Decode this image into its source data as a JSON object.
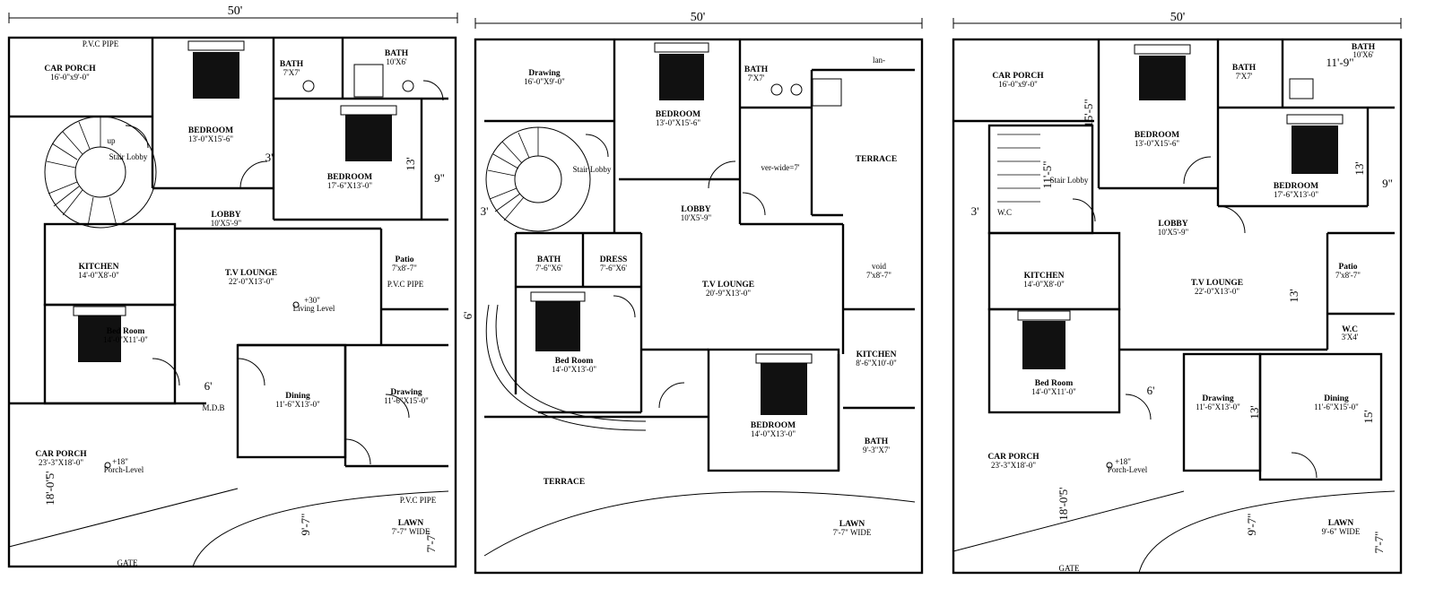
{
  "plans": [
    {
      "width_label": "50'",
      "rooms": [
        {
          "name": "CAR PORCH",
          "size": "16'-0\"x9'-0\""
        },
        {
          "name": "BEDROOM",
          "size": "13'-0\"X15'-6\""
        },
        {
          "name": "BATH",
          "size": "7'X7'"
        },
        {
          "name": "BATH",
          "size": "10'X6'"
        },
        {
          "name": "BEDROOM",
          "size": "17'-6\"X13'-0\""
        },
        {
          "name": "Stair Lobby",
          "size": ""
        },
        {
          "name": "LOBBY",
          "size": "10'X5'-9\""
        },
        {
          "name": "KITCHEN",
          "size": "14'-0\"X8'-0\""
        },
        {
          "name": "T.V LOUNGE",
          "size": "22'-0\"X13'-0\""
        },
        {
          "name": "Patio",
          "size": "7'x8'-7\""
        },
        {
          "name": "Bed Room",
          "size": "14'-0\"X11'-0\""
        },
        {
          "name": "Dining",
          "size": "11'-6\"X13'-0\""
        },
        {
          "name": "Drawing",
          "size": "11'-6\"X15'-0\""
        },
        {
          "name": "CAR PORCH",
          "size": "23'-3\"X18'-0\""
        },
        {
          "name": "LAWN",
          "size": "7'-7\" WIDE"
        }
      ],
      "notes": [
        "P.V.C PIPE",
        "P.V.C PIPE",
        "P.V.C PIPE",
        "M.D.B",
        "GATE",
        "+30\"",
        "Living Level",
        "+18\"",
        "Porch-Level",
        "up"
      ],
      "dims": [
        "3'",
        "13'",
        "9\"",
        "6'",
        "18'-0\"",
        "5'",
        "9'-7\"",
        "7'-7\""
      ]
    },
    {
      "width_label": "50'",
      "rooms": [
        {
          "name": "Drawing",
          "size": "16'-0\"X9'-0\""
        },
        {
          "name": "BEDROOM",
          "size": "13'-0\"X15'-6\""
        },
        {
          "name": "BATH",
          "size": "7'X7'"
        },
        {
          "name": "lan-",
          "size": ""
        },
        {
          "name": "Stair Lobby",
          "size": ""
        },
        {
          "name": "TERRACE",
          "size": ""
        },
        {
          "name": "ver-wide=7'",
          "size": ""
        },
        {
          "name": "LOBBY",
          "size": "10'X5'-9\""
        },
        {
          "name": "BATH",
          "size": "7'-6\"X6'"
        },
        {
          "name": "DRESS",
          "size": "7'-6\"X6'"
        },
        {
          "name": "T.V LOUNGE",
          "size": "20'-9\"X13'-0\""
        },
        {
          "name": "void",
          "size": "7'x8'-7\""
        },
        {
          "name": "Bed Room",
          "size": "14'-0\"X13'-0\""
        },
        {
          "name": "KITCHEN",
          "size": "8'-6\"X10'-0\""
        },
        {
          "name": "BEDROOM",
          "size": "14'-0\"X13'-0\""
        },
        {
          "name": "BATH",
          "size": "9'-3\"X7'"
        },
        {
          "name": "TERRACE",
          "size": ""
        },
        {
          "name": "LAWN",
          "size": "7'-7\" WIDE"
        }
      ],
      "dims": [
        "3'",
        "6'"
      ]
    },
    {
      "width_label": "50'",
      "rooms": [
        {
          "name": "CAR PORCH",
          "size": "16'-0\"x9'-0\""
        },
        {
          "name": "BEDROOM",
          "size": "13'-0\"X15'-6\""
        },
        {
          "name": "BATH",
          "size": "7'X7'"
        },
        {
          "name": "BATH",
          "size": "10'X6'"
        },
        {
          "name": "BEDROOM",
          "size": "17'-6\"X13'-0\""
        },
        {
          "name": "Stair Lobby",
          "size": ""
        },
        {
          "name": "W.C",
          "size": ""
        },
        {
          "name": "LOBBY",
          "size": "10'X5'-9\""
        },
        {
          "name": "KITCHEN",
          "size": "14'-0\"X8'-0\""
        },
        {
          "name": "T.V LOUNGE",
          "size": "22'-0\"X13'-0\""
        },
        {
          "name": "Patio",
          "size": "7'x8'-7\""
        },
        {
          "name": "W.C",
          "size": "3'X4'"
        },
        {
          "name": "Bed Room",
          "size": "14'-0\"X11'-0\""
        },
        {
          "name": "Drawing",
          "size": "11'-6\"X13'-0\""
        },
        {
          "name": "Dining",
          "size": "11'-6\"X15'-0\""
        },
        {
          "name": "CAR PORCH",
          "size": "23'-3\"X18'-0\""
        },
        {
          "name": "LAWN",
          "size": "9'-6\" WIDE"
        }
      ],
      "notes": [
        "GATE",
        "+18\"",
        "Porch-Level"
      ],
      "dims": [
        "11'-9\"",
        "15'-5\"",
        "3'",
        "13'",
        "9\"",
        "11'-5\"",
        "6'",
        "13'",
        "13'",
        "15'",
        "18'-0\"",
        "5'",
        "9'-7\"",
        "7'-7\""
      ]
    }
  ]
}
